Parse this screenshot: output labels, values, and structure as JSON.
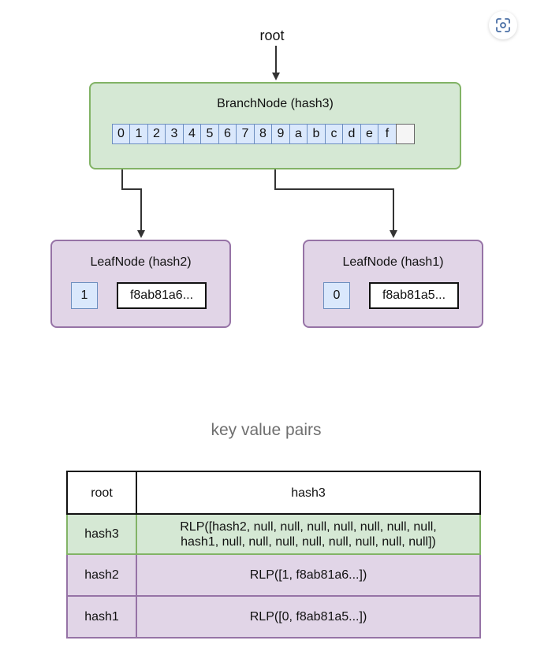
{
  "root_label": "root",
  "branch": {
    "title": "BranchNode (hash3)",
    "slots": [
      "0",
      "1",
      "2",
      "3",
      "4",
      "5",
      "6",
      "7",
      "8",
      "9",
      "a",
      "b",
      "c",
      "d",
      "e",
      "f",
      ""
    ]
  },
  "leaves": [
    {
      "title": "LeafNode (hash2)",
      "key": "1",
      "value": "f8ab81a6..."
    },
    {
      "title": "LeafNode (hash1)",
      "key": "0",
      "value": "f8ab81a5..."
    }
  ],
  "kv_title": "key value pairs",
  "table": {
    "rows": [
      {
        "key": "root",
        "value": "hash3"
      },
      {
        "key": "hash3",
        "value": "RLP([hash2, null, null, null, null, null, null, null,",
        "value_line2": "hash1, null, null, null, null, null, null, null, null])"
      },
      {
        "key": "hash2",
        "value": "RLP([1, f8ab81a6...])"
      },
      {
        "key": "hash1",
        "value": "RLP([0, f8ab81a5...])"
      }
    ]
  },
  "colors": {
    "branch_fill": "#d5e8d4",
    "branch_stroke": "#82b366",
    "leaf_fill": "#e1d5e7",
    "leaf_stroke": "#9673a6",
    "slot_fill": "#dae8fc",
    "slot_stroke": "#6c8ebf"
  },
  "icons": {
    "top_right": "scan-icon"
  }
}
